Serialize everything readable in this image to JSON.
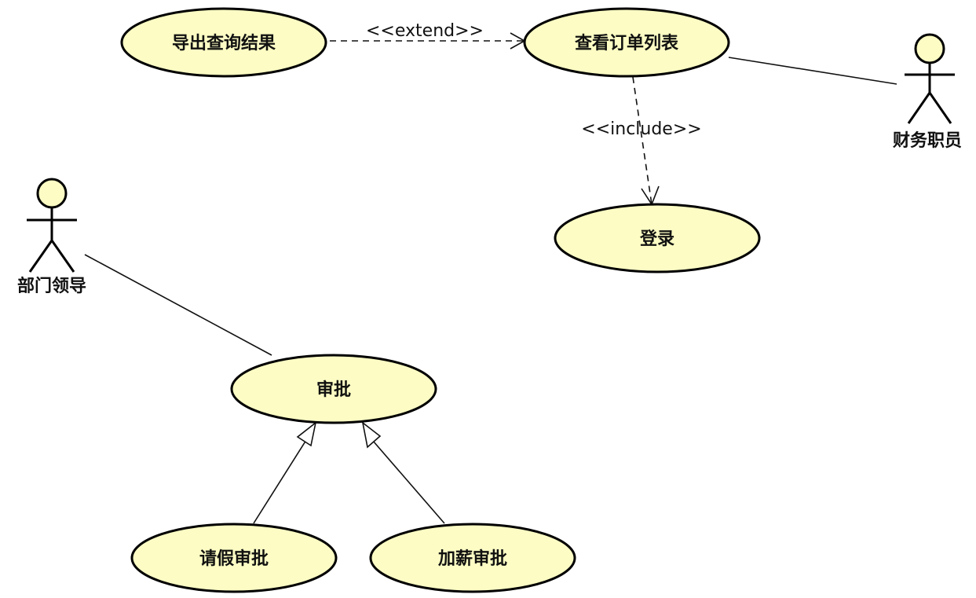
{
  "diagram": {
    "use_cases": {
      "export_results": "导出查询结果",
      "view_order_list": "查看订单列表",
      "login": "登录",
      "approval": "审批",
      "leave_approval": "请假审批",
      "raise_approval": "加薪审批"
    },
    "actors": {
      "finance_staff": "财务职员",
      "dept_leader": "部门领导"
    },
    "relations": {
      "extend_label": "<<extend>>",
      "include_label": "<<include>>"
    },
    "colors": {
      "use_case_fill": "#fcfcc4",
      "stroke": "#000000"
    }
  }
}
